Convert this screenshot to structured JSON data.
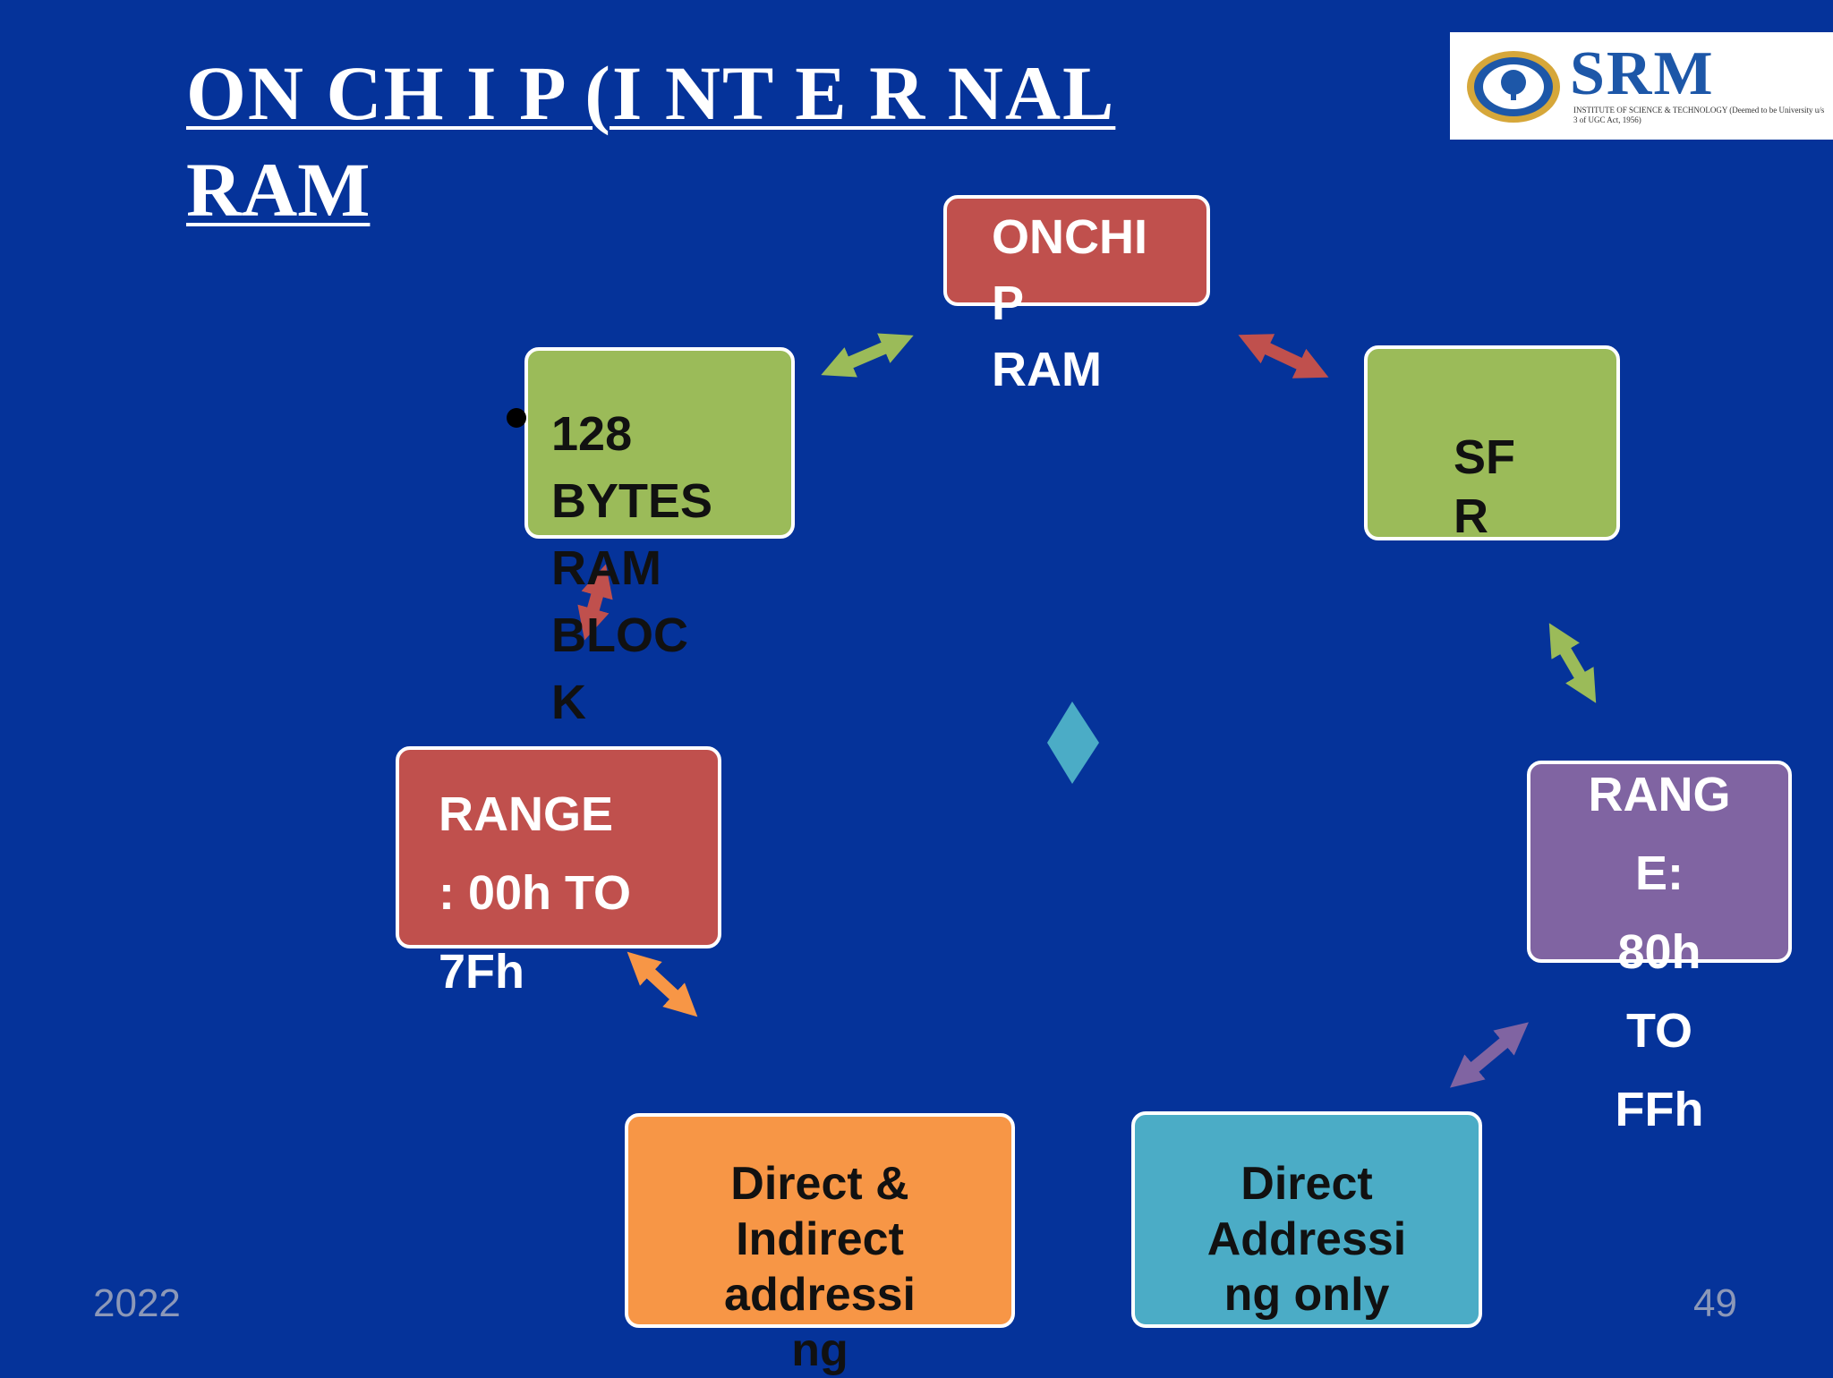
{
  "title": {
    "line1": "ON CH I P (I NT E R NAL",
    "line2": "RAM"
  },
  "logo": {
    "name": "SRM",
    "subtitle": "INSTITUTE OF SCIENCE & TECHNOLOGY (Deemed to be University u/s 3 of UGC Act, 1956)"
  },
  "diagram": {
    "center": "ONCHI\nP\nRAM",
    "nodes": {
      "bytes": "128\nBYTES\n    RAM\n    BLOC\n    K",
      "sfr": "SF\nR",
      "range_low": "  RANGE\n:  00h TO\n7Fh",
      "range_high": "RANG\nE:\n80h\nTO\nFFh",
      "direct_indirect": "Direct &\nIndirect\naddressi\nng",
      "direct_only": "Direct\nAddressi\nng  only"
    },
    "colors": {
      "red": "#c0504d",
      "green": "#9bbb59",
      "purple": "#8064a2",
      "orange": "#f79646",
      "teal": "#4bacc6",
      "background": "#05339a"
    }
  },
  "footer": {
    "year": "2022",
    "page": "49"
  }
}
